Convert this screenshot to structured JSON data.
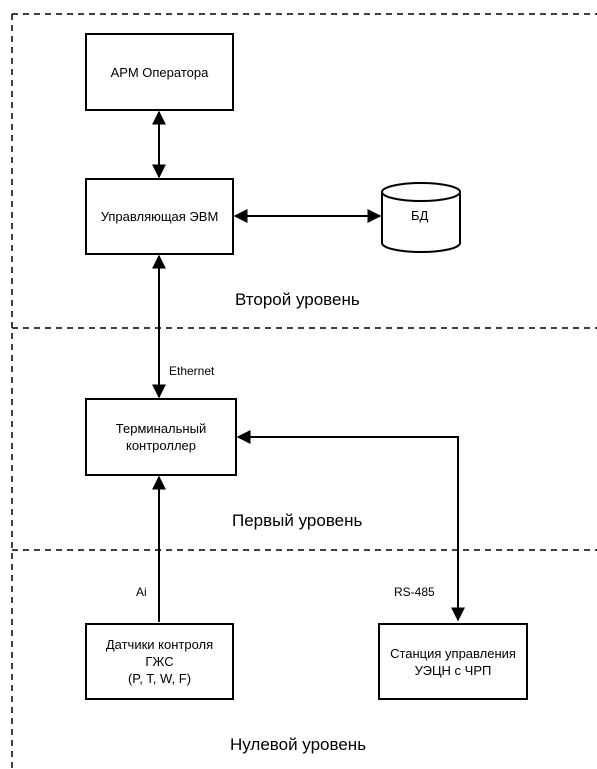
{
  "nodes": {
    "arm": "АРМ Оператора",
    "evm": "Управляющая ЭВМ",
    "db": "БД",
    "controller": "Терминальный\nконтроллер",
    "sensors": "Датчики контроля\nГЖС\n(P, T, W, F)",
    "station": "Станция управления\nУЭЦН с ЧРП"
  },
  "levels": {
    "second": "Второй уровень",
    "first": "Первый уровень",
    "zero": "Нулевой уровень"
  },
  "connections": {
    "ethernet": "Ethernet",
    "ai": "Ai",
    "rs485": "RS-485"
  }
}
